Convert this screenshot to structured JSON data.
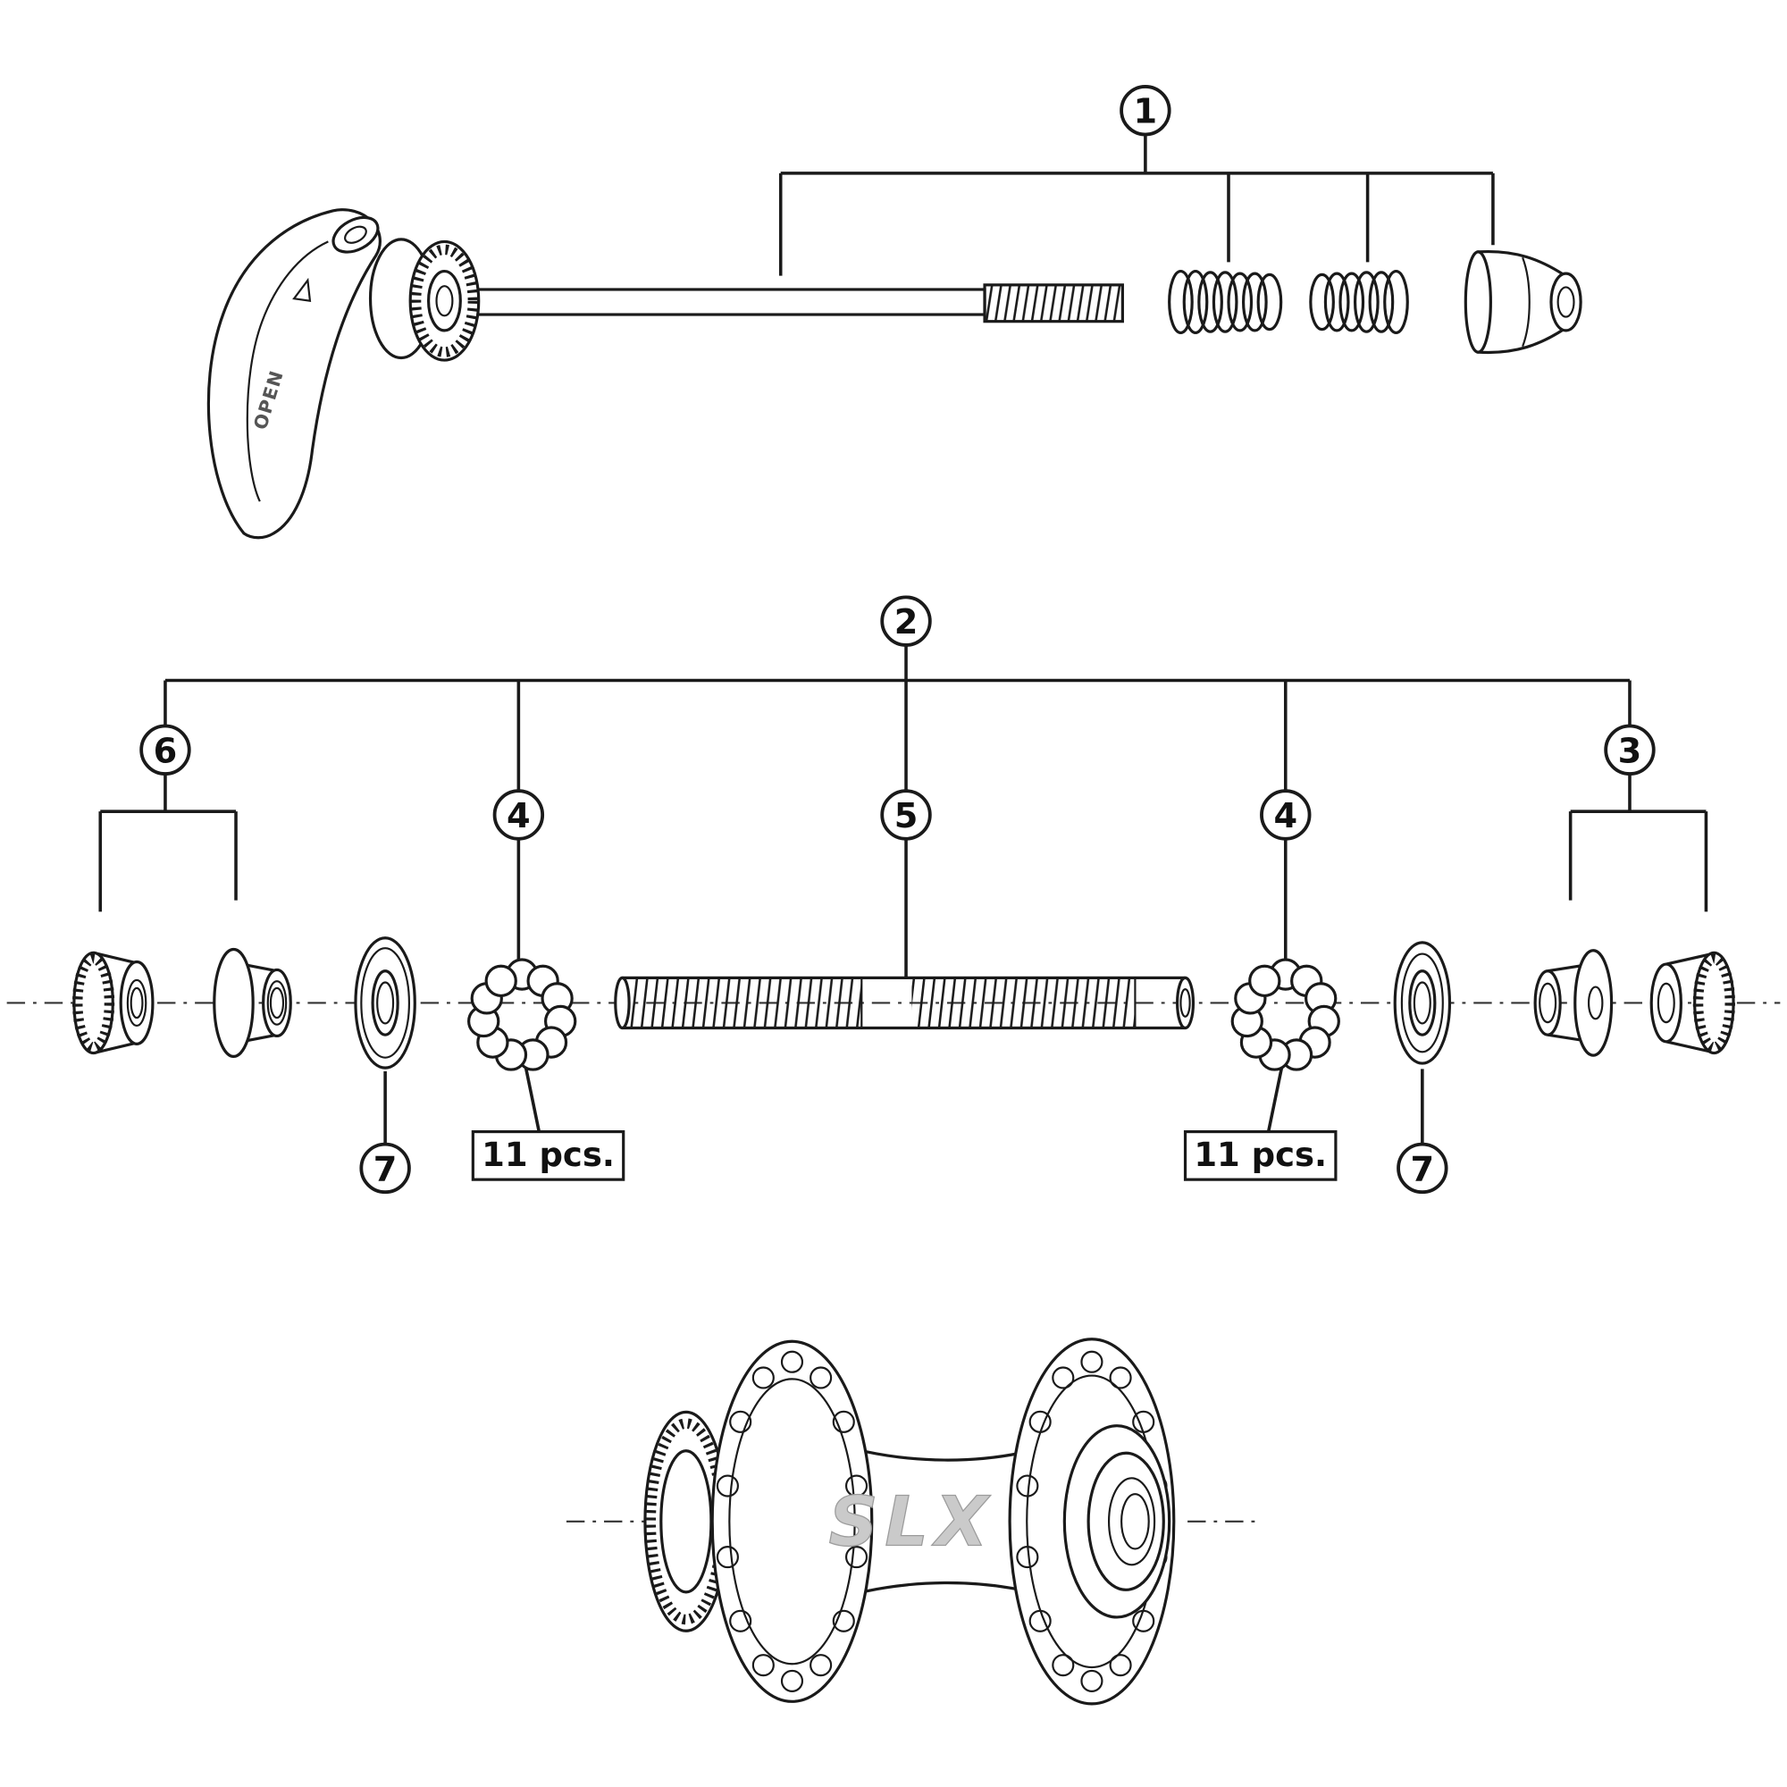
{
  "diagram": {
    "callouts": {
      "c1": "1",
      "c2": "2",
      "c3": "3",
      "c4": "4",
      "c5": "5",
      "c6": "6",
      "c7": "7"
    },
    "labels": {
      "qty_boxes": [
        "11 pcs.",
        "11 pcs."
      ],
      "lever": "OPEN",
      "logo": "SLX"
    },
    "colors": {
      "line": "#1a1a1a",
      "background": "#ffffff",
      "logo_gray": "#cacaca"
    }
  }
}
